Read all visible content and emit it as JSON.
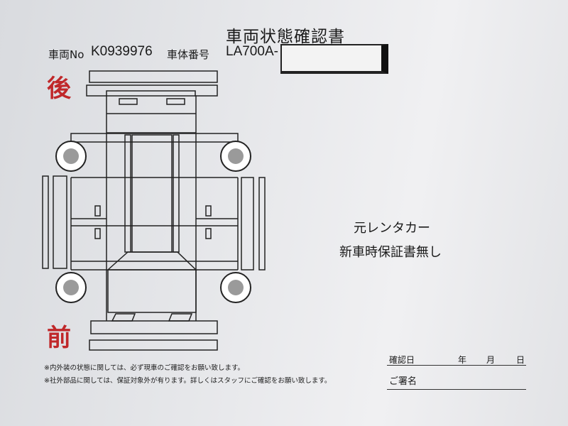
{
  "header": {
    "title": "車両状態確認書",
    "vehicle_no_label": "車両No",
    "vehicle_no": "K0939976",
    "chassis_no_label": "車体番号",
    "chassis_no": "LA700A-"
  },
  "diagram": {
    "rear_label": "後",
    "front_label": "前"
  },
  "notes": {
    "line1": "元レンタカー",
    "line2": "新車時保証書無し"
  },
  "remarks": [
    "※内外装の状態に関しては、必ず現車のご確認をお願い致します。",
    "※社外部品に関しては、保証対象外が有ります。詳しくはスタッフにご確認をお願い致します。"
  ],
  "confirmation": {
    "date_label": "確認日",
    "year": "年",
    "month": "月",
    "day": "日",
    "signature_label": "ご署名"
  }
}
